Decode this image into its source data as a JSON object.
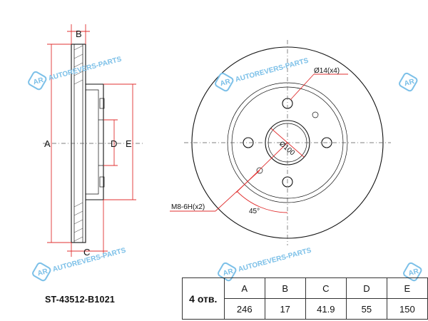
{
  "watermark": {
    "text": "AUTOREVERS-PARTS",
    "logo_text": "AR",
    "color": "#7cc0e8"
  },
  "dimension_labels": {
    "a": "A",
    "b": "B",
    "c": "C",
    "d": "D",
    "e": "E"
  },
  "annotations": {
    "bolt_hole": "Ø14(x4)",
    "center_bore": "Ø100",
    "thread": "M8-6H(x2)",
    "angle": "45°"
  },
  "part_number": "ST-43512-B1021",
  "spec_table": {
    "quantity_label": "4 отв.",
    "headers": [
      "A",
      "B",
      "C",
      "D",
      "E"
    ],
    "values": [
      "246",
      "17",
      "41.9",
      "55",
      "150"
    ]
  },
  "colors": {
    "dimension": "#e03030",
    "outline": "#111111"
  }
}
